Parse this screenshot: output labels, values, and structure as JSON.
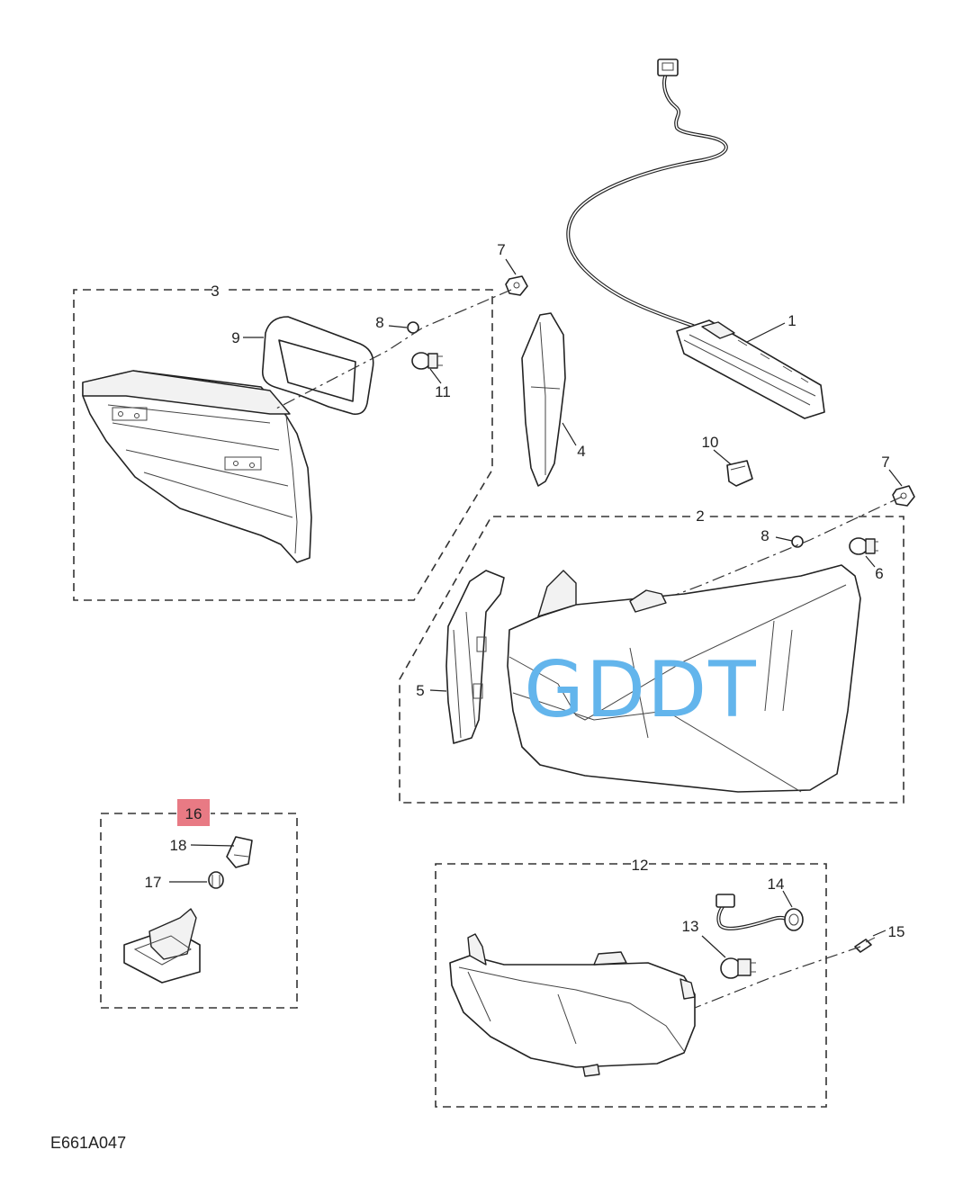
{
  "diagram": {
    "reference_code": "E661A047",
    "watermark": "GDDT",
    "highlight_color": "#e87a84",
    "watermark_color": "#63b5ec",
    "callouts": {
      "c1": "1",
      "c2": "2",
      "c3": "3",
      "c4": "4",
      "c5": "5",
      "c6": "6",
      "c7a": "7",
      "c7b": "7",
      "c8a": "8",
      "c8b": "8",
      "c9": "9",
      "c10": "10",
      "c11": "11",
      "c12": "12",
      "c13": "13",
      "c14": "14",
      "c15": "15",
      "c16": "16",
      "c17": "17",
      "c18": "18"
    }
  }
}
